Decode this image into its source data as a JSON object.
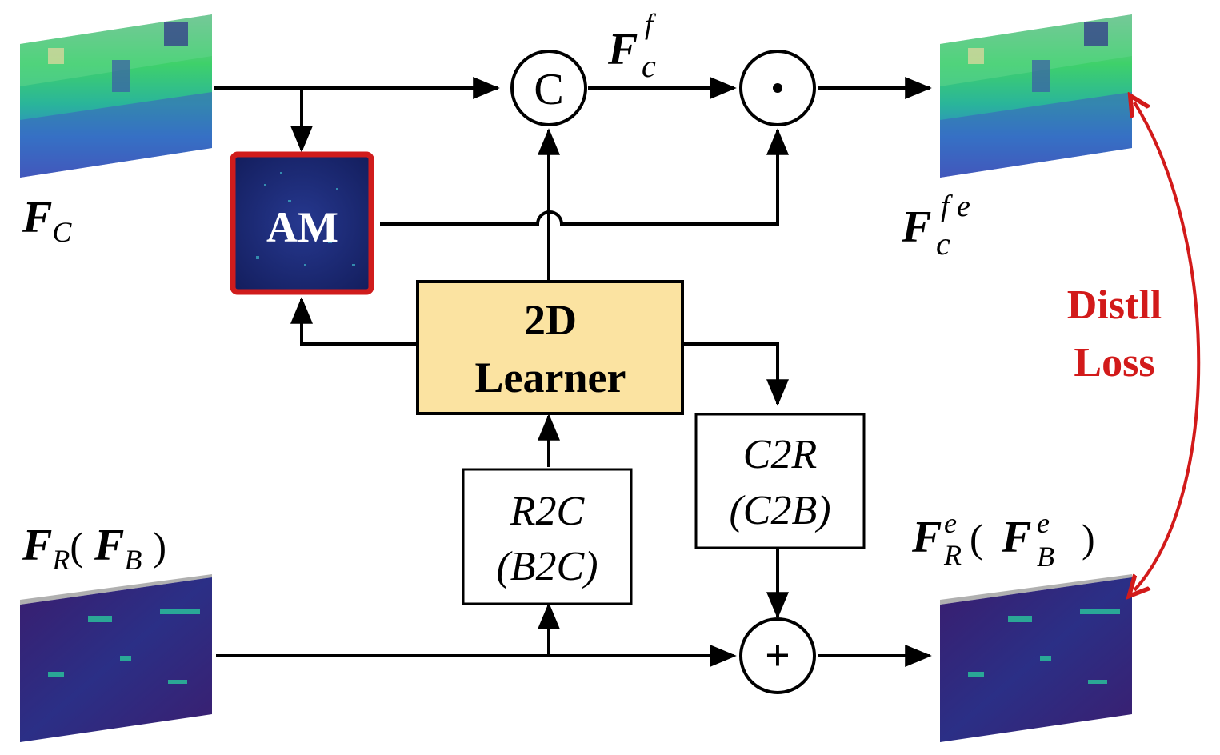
{
  "nodes": {
    "am": {
      "label": "AM"
    },
    "learner": {
      "line1": "2D",
      "line2": "Learner"
    },
    "r2c": {
      "line1": "R2C",
      "line2": "(B2C)"
    },
    "c2r": {
      "line1": "C2R",
      "line2": "(C2B)"
    },
    "concat": {
      "symbol": "C"
    },
    "multiply": {
      "symbol": "·"
    },
    "add": {
      "symbol": "+"
    }
  },
  "labels": {
    "fc": {
      "main": "F",
      "sub": "C"
    },
    "fcf": {
      "main": "F",
      "sub": "c",
      "sup": "f"
    },
    "fcfe": {
      "main": "F",
      "sub": "c",
      "sup": "f e"
    },
    "fr": {
      "main": "F",
      "sub": "R",
      "open": "(",
      "inner": "F",
      "inner_sub": "B",
      "close": ")"
    },
    "fre": {
      "main": "F",
      "sub": "R",
      "sup": "e",
      "open": "(",
      "inner": "F",
      "inner_sub": "B",
      "inner_sup": "e",
      "close": ")"
    }
  },
  "loss": {
    "line1": "Distll",
    "line2": "Loss"
  },
  "colors": {
    "learner_fill": "#fbe3a1",
    "am_border": "#d01c1c",
    "am_fill": "#1d2a7a",
    "loss_red": "#d21a1a",
    "ink": "#000000"
  }
}
